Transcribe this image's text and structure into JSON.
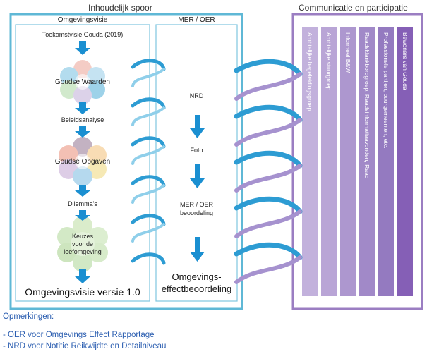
{
  "colors": {
    "inhoud_frame": "#5fb8d6",
    "comm_frame": "#9b7ec2",
    "arrow_blue": "#1a8fd1",
    "helix": "#3aa7d8",
    "remarks_text": "#2a5db0"
  },
  "inhoudelijk": {
    "title": "Inhoudelijk spoor",
    "omgevingsvisie": {
      "header": "Omgevingsvisie",
      "steps": {
        "toekomstvisie": "Toekomstvisie Gouda (2019)",
        "goudse_waarden": "Goudse Waarden",
        "beleidsanalyse": "Beleidsanalyse",
        "goudse_opgaven": "Goudse Opgaven",
        "dilemmas": "Dilemma's",
        "keuzes_line1": "Keuzes",
        "keuzes_line2": "voor de",
        "keuzes_line3": "leefomgeving"
      },
      "result": "Omgevingsvisie versie 1.0"
    },
    "mer": {
      "header": "MER / OER",
      "steps": {
        "nrd": "NRD",
        "foto": "Foto",
        "beoordeling_line1": "MER / OER",
        "beoordeling_line2": "beoordeling"
      },
      "result_line1": "Omgevings-",
      "result_line2": "effectbeoordeling"
    }
  },
  "communicatie": {
    "title": "Communicatie en participatie",
    "columns": [
      "Ambtelijke begeleidingsgroep",
      "Ambtelijke stuurgroep",
      "Informeel B&W",
      "Raadsklankbordgroep, Raadsinformatieavonden, Raad",
      "Professionele partijen, buurgemeenten, etc.",
      "Bewoners van Gouda"
    ]
  },
  "remarks": {
    "heading": "Opmerkingen:",
    "items": [
      "- OER voor Omgevings Effect Rapportage",
      "- NRD voor Notitie Reikwijdte en Detailniveau"
    ]
  }
}
